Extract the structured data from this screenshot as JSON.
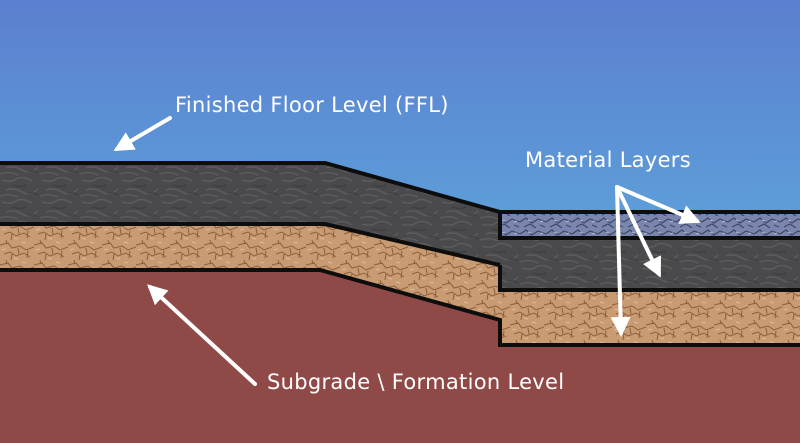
{
  "labels": {
    "finished_floor_level": "Finished Floor Level (FFL)",
    "material_layers": "Material Layers",
    "subgrade_formation_level": "Subgrade \\ Formation Level"
  },
  "colors": {
    "sky_top": "#5b7fd0",
    "sky_bottom": "#5fbde0",
    "asphalt_layer": "#4a4a4c",
    "gravel_layer": "#c99b72",
    "paver_layer": "#7a86ad",
    "subgrade": "#8f4a48",
    "outline": "#0d0d0d",
    "arrow": "#ffffff"
  },
  "icons": {
    "ffl_pointer": "arrow-icon",
    "material_pointers": "arrow-icon",
    "subgrade_pointer": "arrow-icon"
  }
}
